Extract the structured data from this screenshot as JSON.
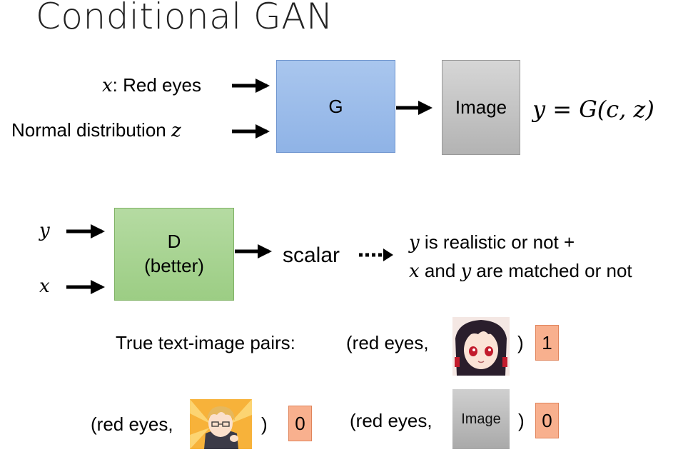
{
  "title": "Conditional GAN",
  "generator": {
    "input_x_var": "x",
    "input_x_text": ": Red eyes",
    "input_z_text": "Normal distribution ",
    "input_z_var": "z",
    "box_label": "G",
    "output_label": "Image",
    "formula": "y = G(c, z)"
  },
  "discriminator": {
    "input_y": "y",
    "input_x": "x",
    "box_label_line1": "D",
    "box_label_line2": "(better)",
    "output_label": "scalar",
    "meaning_line1_var": "y",
    "meaning_line1_text": " is realistic or not +",
    "meaning_line2_var1": "x",
    "meaning_line2_text1": " and ",
    "meaning_line2_var2": "y",
    "meaning_line2_text2": " are matched or not"
  },
  "pairs": {
    "true_label": "True text-image pairs:",
    "pair1_prefix": "(red eyes,",
    "pair1_suffix": ")",
    "pair1_score": "1",
    "pair2_prefix": "(red eyes,",
    "pair2_suffix": ")",
    "pair2_score": "0",
    "pair3_prefix": "(red eyes,",
    "pair3_image_label": "Image",
    "pair3_suffix": ")",
    "pair3_score": "0"
  },
  "colors": {
    "generator_box": "#9dbbea",
    "discriminator_box": "#a8d492",
    "image_box": "#c4c4c4",
    "score_box": "#f8b08e"
  }
}
